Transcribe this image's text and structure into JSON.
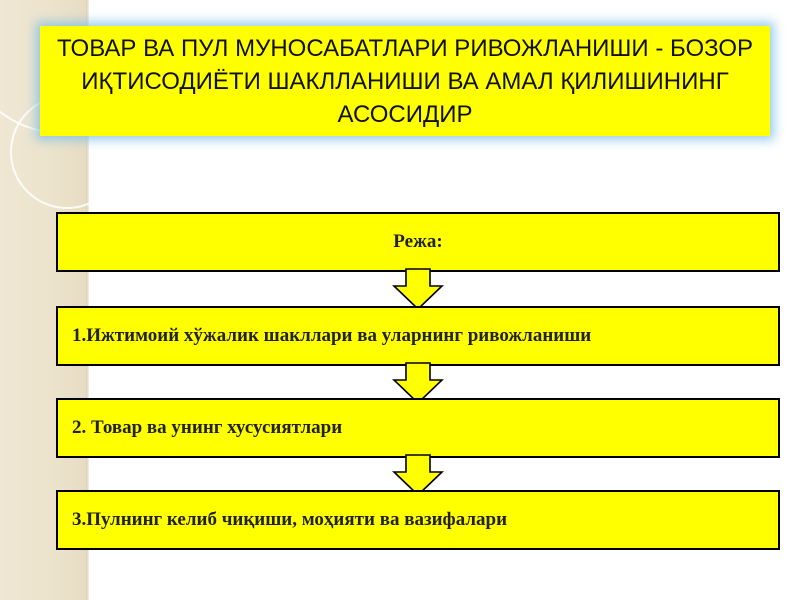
{
  "title": "ТОВАР ВА ПУЛ МУНОСАБАТЛАРИ РИВОЖЛАНИШИ - БОЗОР ИҚТИСОДИЁТИ ШАКЛЛАНИШИ ВА АМАЛ ҚИЛИШИНИНГ АСОСИДИР",
  "plan": {
    "heading": "Режа:",
    "items": [
      "1.Ижтимоий хўжалик шакллари ва уларнинг ривожланиши",
      "2. Товар ва унинг хусусиятлари",
      "3.Пулнинг келиб чиқиши, моҳияти ва вазифалари"
    ]
  },
  "colors": {
    "box_fill": "#ffff00",
    "border": "#000000",
    "title_glow": "#78bee6",
    "side_band": "#ece3cc"
  }
}
